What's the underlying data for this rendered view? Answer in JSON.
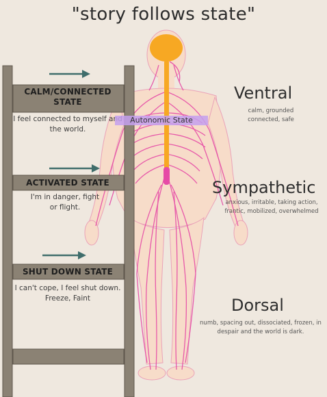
{
  "title": "\"story follows state\"",
  "ladder": {
    "states": [
      {
        "label": "CALM/CONNECTED STATE",
        "desc": "I feel connected to myself and the world."
      },
      {
        "label": "ACTIVATED STATE",
        "desc": "I'm in danger, fight or flight."
      },
      {
        "label": "SHUT DOWN STATE",
        "desc": "I can't cope, I feel shut down. Freeze, Faint"
      }
    ],
    "arrow_color": "#3f6d6b",
    "wood_color": "#8b8274"
  },
  "autonomic_label": "Autonomic State",
  "zones": [
    {
      "title": "Ventral",
      "desc": "calm, grounded connected, safe"
    },
    {
      "title": "Sympathetic",
      "desc": "anxious, irritable, taking action, frantic, mobilized, overwhelmed"
    },
    {
      "title": "Dorsal",
      "desc": "numb, spacing out, dissociated, frozen, in despair and the world is dark."
    }
  ],
  "colors": {
    "background": "#efe8df",
    "body_fill": "#f7dcc9",
    "nerves": "#e64aa6",
    "brain_spine": "#f7a823",
    "highlight": "#c4a0ee"
  }
}
